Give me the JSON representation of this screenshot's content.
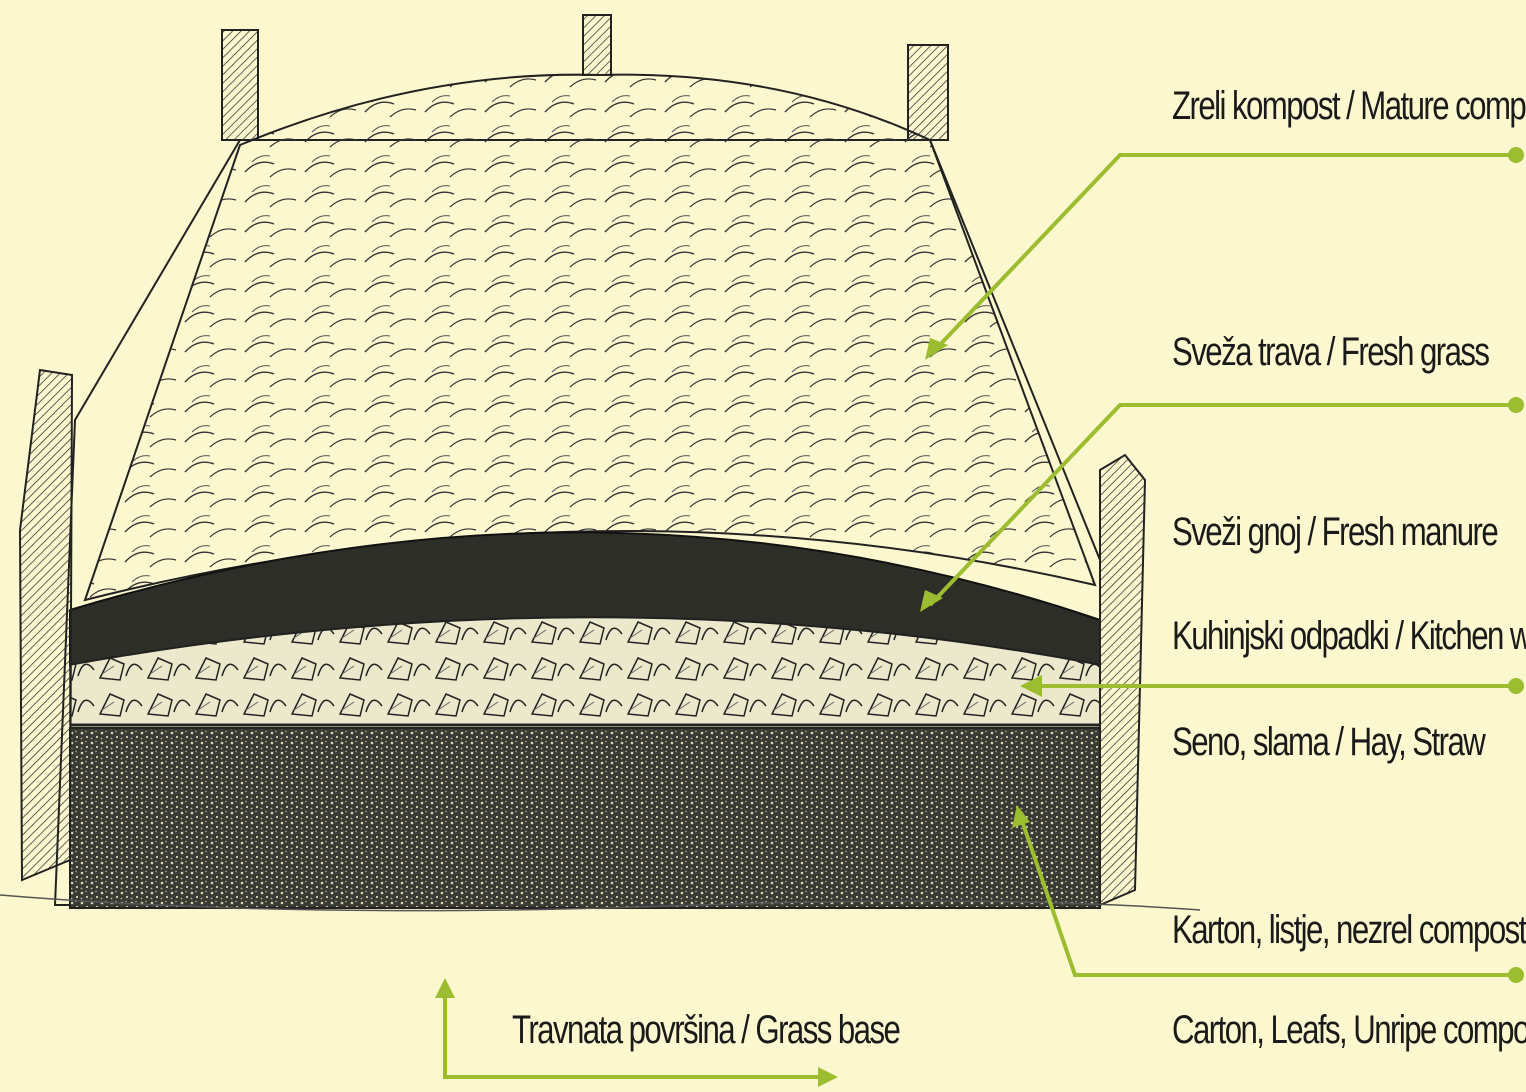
{
  "colors": {
    "background": "#fbf7cf",
    "leader": "#9bbd2f",
    "ink": "#1a1a1a"
  },
  "labels": {
    "mature_compost": "Zreli kompost / Mature compost",
    "fresh_grass": "Sveža trava / Fresh grass",
    "fresh_manure": "Sveži gnoj / Fresh manure",
    "kitchen_waste": "Kuhinjski odpadki / Kitchen waste",
    "hay_straw": "Seno, slama / Hay, Straw",
    "carton_line1": "Karton, listje, nezrel compost /",
    "carton_line2": "Carton, Leafs, Unripe compost",
    "grass_base": "Travnata površina / Grass base"
  }
}
